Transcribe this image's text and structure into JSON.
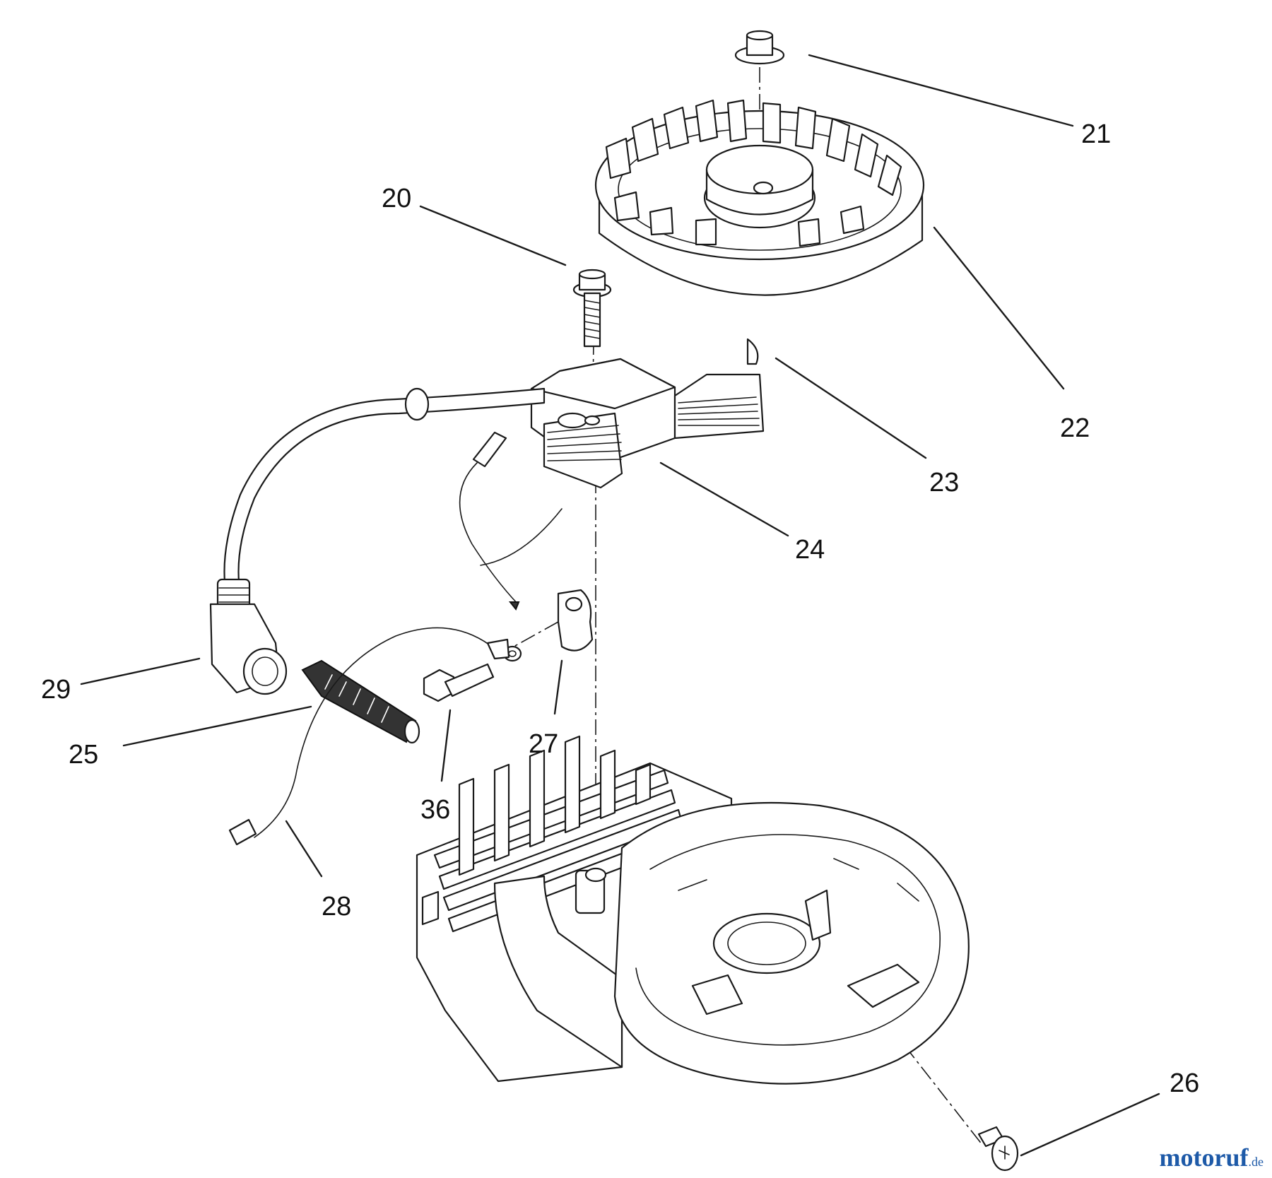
{
  "callouts": [
    {
      "id": "20",
      "label": "20"
    },
    {
      "id": "21",
      "label": "21"
    },
    {
      "id": "22",
      "label": "22"
    },
    {
      "id": "23",
      "label": "23"
    },
    {
      "id": "24",
      "label": "24"
    },
    {
      "id": "25",
      "label": "25"
    },
    {
      "id": "26",
      "label": "26"
    },
    {
      "id": "27",
      "label": "27"
    },
    {
      "id": "28",
      "label": "28"
    },
    {
      "id": "29",
      "label": "29"
    },
    {
      "id": "36",
      "label": "36"
    }
  ],
  "watermark": {
    "brand": "motoruf",
    "tld": ".de"
  }
}
